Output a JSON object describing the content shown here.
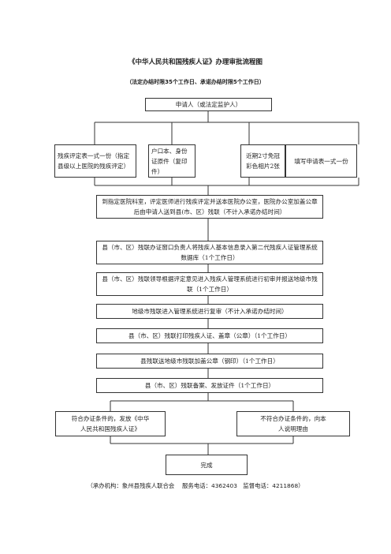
{
  "title": "《中华人民共和国残疾人证》办理审批流程图",
  "subtitle": "（法定办结时限35个工作日、承诺办结时限5个工作日）",
  "nodes": {
    "applicant": "申请人（或法定监护人）",
    "doc1": "残疾评定表一式一份（指定县级以上医院的残疾评定）",
    "doc2": "户口本、身份证原件（复印件）",
    "doc3": "近期2寸免冠彩色相片2张",
    "doc4": "填写申请表一式一份",
    "step1": "到指定医院科室，评定医师进行残疾评定并送本医院办公室，医院办公室加盖公章后由申请人送到县(市、区）残联（不计入承诺办结时间）",
    "step2": "县（市、区）残联办证窗口负责人将残疾人基本信息录入第二代残疾人证管理系统数据库（1个工作日）",
    "step3": "县（市、区）残联领导根据评定意见进入残疾人管理系统进行初审并报送地级市残联（1个工作日）",
    "step4": "地级市残联进入管理系统进行复审（不计入承诺办结时间）",
    "step5": "县（市、区）残联打印残疾人证、盖章（公章）（1个工作日）",
    "step6": "县残联送地级市残联加盖公章（钢印）（1个工作日）",
    "step7": "县（市、区）残联备案、发放证件（1个工作日）",
    "result_yes": "符合办证条件的，发放《中华人民共和国残疾人证》",
    "result_no": "不符合办证条件的，向本人说明理由",
    "done": "完成"
  },
  "footer": "（承办机构：象州县残疾人联合会　 服务电话：4362403　监督电话：4211868）"
}
